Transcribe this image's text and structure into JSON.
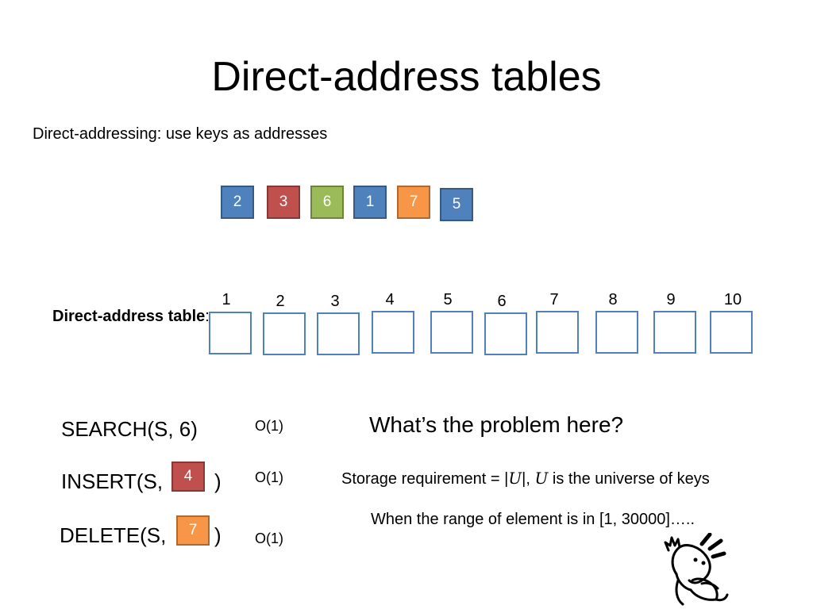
{
  "slide": {
    "title": "Direct-address tables",
    "subtitle": "Direct-addressing: use keys as addresses"
  },
  "keys": [
    {
      "label": "2",
      "color": "#4f81bd"
    },
    {
      "label": "3",
      "color": "#c0504d"
    },
    {
      "label": "6",
      "color": "#9bbb59"
    },
    {
      "label": "1",
      "color": "#4f81bd"
    },
    {
      "label": "7",
      "color": "#f79646"
    },
    {
      "label": "5",
      "color": "#4f81bd"
    }
  ],
  "table": {
    "label_bold": "Direct-address table",
    "label_suffix": ":",
    "indices": [
      "1",
      "2",
      "3",
      "4",
      "5",
      "6",
      "7",
      "8",
      "9",
      "10"
    ],
    "cell_color": "#4f81bd"
  },
  "operations": [
    {
      "prefix": "SEARCH(S, 6)",
      "suffix": "",
      "complexity": "O(1)"
    },
    {
      "prefix": "INSERT(S,",
      "key": "4",
      "key_color": "#c0504d",
      "suffix": ")",
      "complexity": "O(1)"
    },
    {
      "prefix": "DELETE(S,",
      "key": "7",
      "key_color": "#f79646",
      "suffix": ")",
      "complexity": "O(1)"
    }
  ],
  "notes": {
    "question": "What’s the problem here?",
    "storage_prefix": "Storage requirement = |",
    "storage_u1": "U",
    "storage_mid": "|, ",
    "storage_u2": "U",
    "storage_suffix": " is the universe of keys",
    "range": "When the range of element is in [1, 30000]….."
  }
}
